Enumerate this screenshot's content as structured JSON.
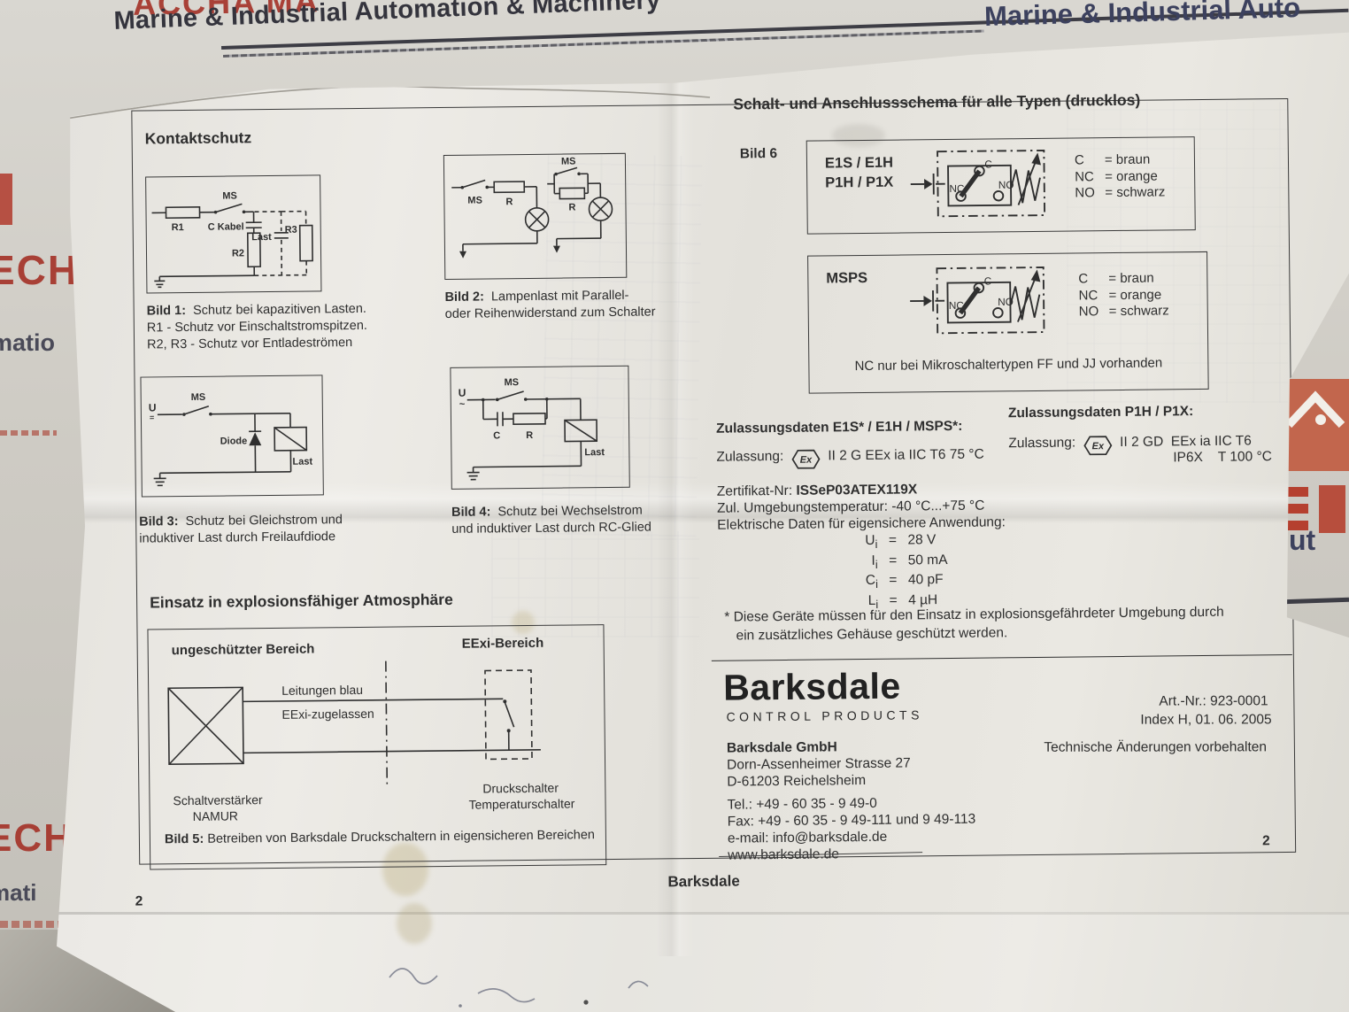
{
  "letterhead": {
    "stamp_top": "ACCHA MA",
    "title": "Marine & Industrial Automation & Machinery",
    "title_right": "Marine & Industrial Auto",
    "frag_left_1": "ECH",
    "frag_left_2": "matio",
    "frag_left_3": "ECH",
    "frag_left_4": "mati",
    "frag_right_1": "ut"
  },
  "page": {
    "number_left": "2",
    "number_right": "2",
    "footer_brand": "Barksdale"
  },
  "kontaktschutz": {
    "heading": "Kontaktschutz",
    "bild1": {
      "labels": {
        "ms": "MS",
        "r1": "R1",
        "c_kabel": "C Kabel",
        "r2": "R2",
        "last": "Last",
        "r3": "R3"
      },
      "caption_tag": "Bild 1:",
      "caption_1": "Schutz bei kapazitiven Lasten.",
      "caption_2": "R1 - Schutz vor Einschaltstromspitzen.",
      "caption_3": "R2, R3 - Schutz vor Entladeströmen"
    },
    "bild2": {
      "labels": {
        "ms1": "MS",
        "r1": "R",
        "ms2": "MS",
        "r2": "R"
      },
      "caption_tag": "Bild 2:",
      "caption_1": "Lampenlast mit Parallel-",
      "caption_2": "oder Reihenwiderstand zum Schalter"
    },
    "bild3": {
      "labels": {
        "u": "U",
        "u_type": "=",
        "ms": "MS",
        "diode": "Diode",
        "last": "Last"
      },
      "caption_tag": "Bild 3:",
      "caption_1": "Schutz bei Gleichstrom und",
      "caption_2": "induktiver Last durch Freilaufdiode"
    },
    "bild4": {
      "labels": {
        "u": "U",
        "u_type": "~",
        "ms": "MS",
        "c": "C",
        "r": "R",
        "last": "Last"
      },
      "caption_tag": "Bild 4:",
      "caption_1": "Schutz bei Wechselstrom",
      "caption_2": "und induktiver Last durch RC-Glied"
    }
  },
  "atmosphaere": {
    "heading": "Einsatz in explosionsfähiger Atmosphäre",
    "bild5": {
      "zone_left": "ungeschützter Bereich",
      "zone_right": "EExi-Bereich",
      "wire_label_1": "Leitungen blau",
      "wire_label_2": "EExi-zugelassen",
      "device_left_1": "Schaltverstärker",
      "device_left_2": "NAMUR",
      "device_right_1": "Druckschalter",
      "device_right_2": "Temperaturschalter",
      "caption_tag": "Bild 5:",
      "caption": "Betreiben von Barksdale Druckschaltern in eigensicheren Bereichen"
    }
  },
  "schema": {
    "title": "Schalt- und Anschlussschema für alle Typen (drucklos)",
    "bild6_label": "Bild 6",
    "switch_labels": {
      "nc": "NC",
      "c": "C",
      "no": "NO"
    },
    "legend": [
      {
        "key": "C",
        "val": "= braun"
      },
      {
        "key": "NC",
        "val": "= orange"
      },
      {
        "key": "NO",
        "val": "= schwarz"
      }
    ],
    "box1": {
      "model_1": "E1S / E1H",
      "model_2": "P1H / P1X"
    },
    "box2": {
      "model": "MSPS",
      "note": "NC nur bei Mikroschaltertypen FF und JJ vorhanden"
    }
  },
  "zulassung": {
    "heading_left": "Zulassungsdaten E1S* / E1H / MSPS*:",
    "heading_right": "Zulassungsdaten P1H / P1X:",
    "label": "Zulassung:",
    "ex_mark": "Ex",
    "value_left": "II 2 G EEx ia IIC T6 75 °C",
    "value_right_1": "II 2 GD  EEx ia IIC T6",
    "value_right_2": "IP6X    T 100 °C",
    "cert_label": "Zertifikat-Nr:",
    "cert_value": "ISSeP03ATEX119X",
    "temp": "Zul. Umgebungstemperatur: -40 °C...+75 °C",
    "elec_heading": "Elektrische Daten für eigensichere Anwendung:",
    "elec": [
      {
        "sym": "U",
        "sub": "i",
        "eq": "=",
        "val": "28 V"
      },
      {
        "sym": "I",
        "sub": "i",
        "eq": "=",
        "val": "50 mA"
      },
      {
        "sym": "C",
        "sub": "i",
        "eq": "=",
        "val": "40 pF"
      },
      {
        "sym": "L",
        "sub": "i",
        "eq": "=",
        "val": "4 µH"
      }
    ],
    "footnote_1": "* Diese Geräte müssen für den Einsatz in explosionsgefährdeter Umgebung durch",
    "footnote_2": "ein zusätzliches Gehäuse geschützt werden."
  },
  "company": {
    "brand": "Barksdale",
    "brand_sub": "CONTROL PRODUCTS",
    "name": "Barksdale GmbH",
    "street": "Dorn-Assenheimer Strasse 27",
    "city": "D-61203 Reichelsheim",
    "tel": "Tel.: +49 - 60 35 - 9 49-0",
    "fax": "Fax: +49 - 60 35 - 9 49-111 und 9 49-113",
    "email": "e-mail: info@barksdale.de",
    "web": "www.barksdale.de",
    "art_nr": "Art.-Nr.: 923-0001",
    "index": "Index H, 01. 06. 2005",
    "notice": "Technische Änderungen vorbehalten"
  }
}
